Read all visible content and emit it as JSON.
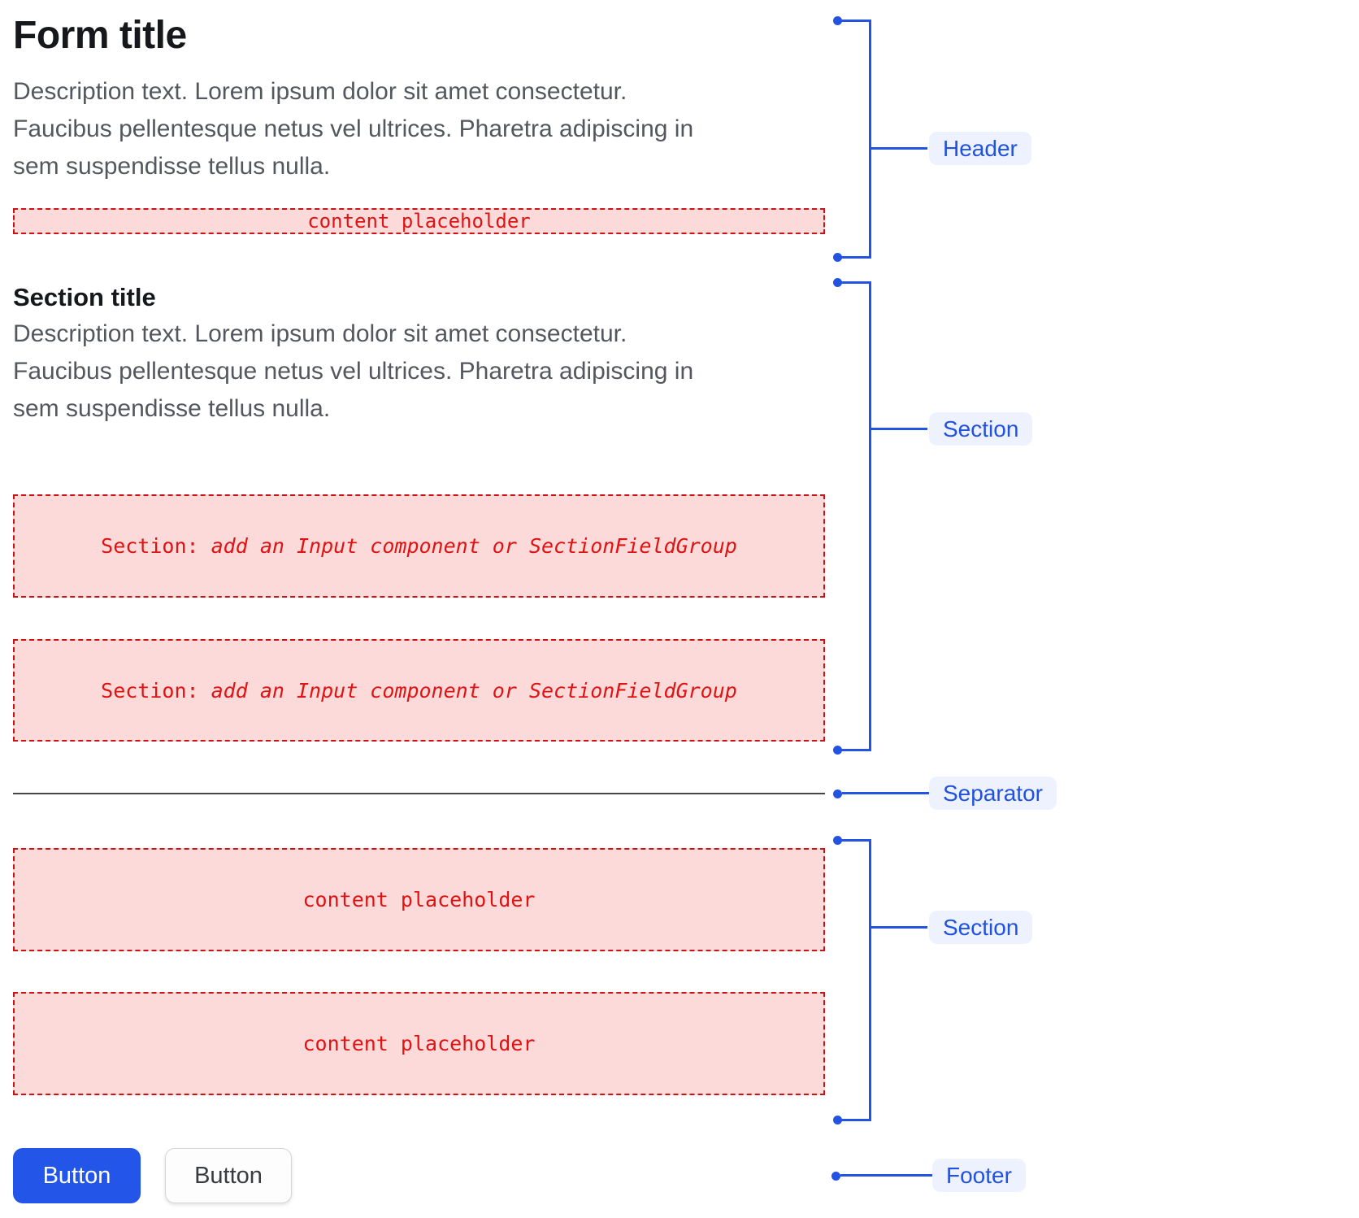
{
  "colors": {
    "accent_blue": "#2353e2",
    "annotation_label_bg": "#edf2fe",
    "annotation_label_text": "#2152df",
    "placeholder_bg": "#fcdada",
    "placeholder_border": "#c81414",
    "placeholder_text": "#e01212",
    "primary_button_bg": "#2355e8",
    "separator_line": "#43474d"
  },
  "form": {
    "title": "Form title",
    "description_lines": [
      "Description text. Lorem ipsum dolor sit amet consectetur.",
      "Faucibus pellentesque netus vel ultrices. Pharetra adipiscing in",
      "sem suspendisse tellus nulla."
    ],
    "header_placeholder": "content placeholder",
    "section": {
      "title": "Section title",
      "description_lines": [
        "Description text. Lorem ipsum dolor sit amet consectetur.",
        "Faucibus pellentesque netus vel ultrices. Pharetra adipiscing in",
        "sem suspendisse tellus nulla."
      ],
      "fields": [
        {
          "prefix": "Section:",
          "detail": " add an Input component or SectionFieldGroup"
        },
        {
          "prefix": "Section:",
          "detail": " add an Input component or SectionFieldGroup"
        }
      ]
    },
    "content_section": {
      "placeholders": [
        "content placeholder",
        "content placeholder"
      ]
    },
    "footer": {
      "primary_button": "Button",
      "secondary_button": "Button"
    }
  },
  "annotations": {
    "header": "Header",
    "section_top": "Section",
    "separator": "Separator",
    "section_bottom": "Section",
    "footer": "Footer"
  }
}
